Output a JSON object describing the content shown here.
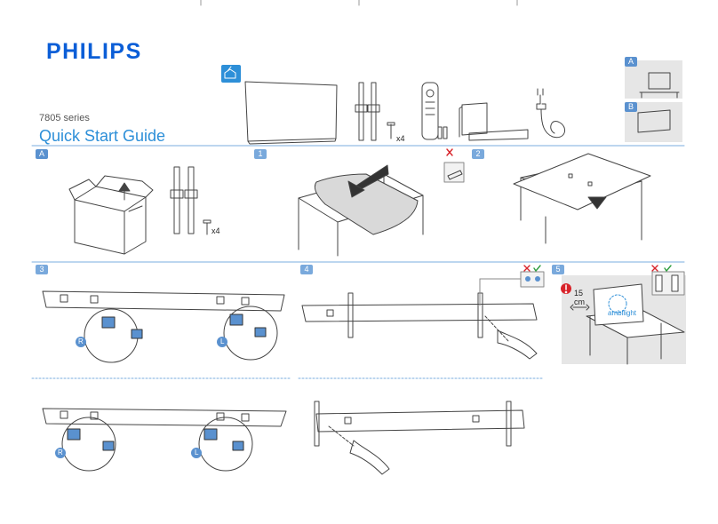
{
  "brand": "PHILIPS",
  "series": "7805 series",
  "title": "Quick Start Guide",
  "option_badges": [
    "A",
    "B"
  ],
  "step_badges": [
    "1",
    "2",
    "3",
    "4",
    "5"
  ],
  "contents": {
    "screw_count": "x4"
  },
  "stand_section": {
    "screw_count": "x4"
  },
  "wall_distance": {
    "value": "15",
    "unit": "cm"
  },
  "ambilight_label": "ambilight",
  "side_labels": {
    "right": "R",
    "left": "L"
  },
  "colors": {
    "brand_blue": "#0b5ed7",
    "title_blue": "#2d8fd8",
    "badge_blue": "#79a9dc",
    "gray_panel": "#e6e6e6",
    "warning_red": "#d8232a",
    "ok_green": "#2e9e3e"
  },
  "icons": [
    "open-box-icon",
    "no-tools-icon",
    "cross-icon",
    "check-icon",
    "warning-icon",
    "hand-icon"
  ]
}
